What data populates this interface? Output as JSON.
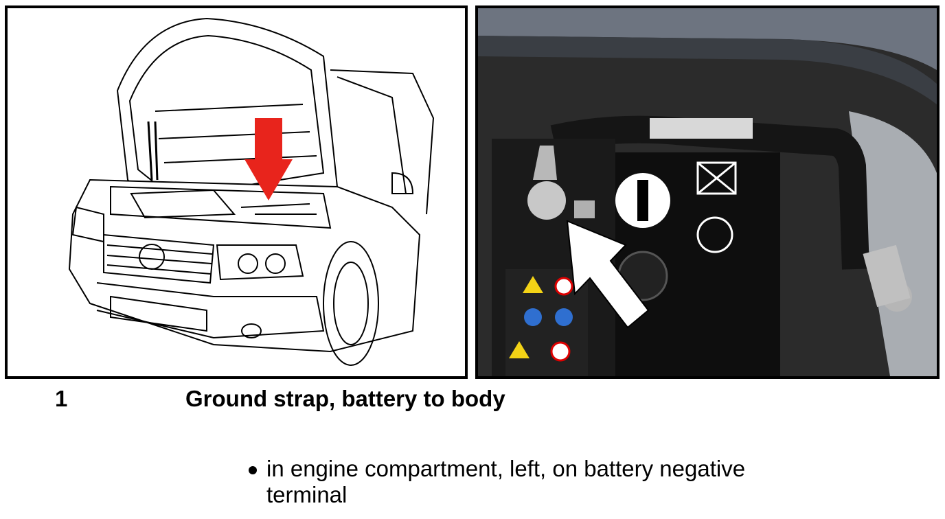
{
  "figures": {
    "left": {
      "icon": "car-engine-bay-line-drawing"
    },
    "right": {
      "icon": "battery-negative-terminal-photo"
    },
    "arrow_colors": {
      "left": "#e8241c",
      "right": "#ffffff"
    }
  },
  "entry": {
    "number": "1",
    "title": "Ground strap, battery to body",
    "bullets": [
      "in engine compartment, left, on battery negative terminal"
    ]
  }
}
